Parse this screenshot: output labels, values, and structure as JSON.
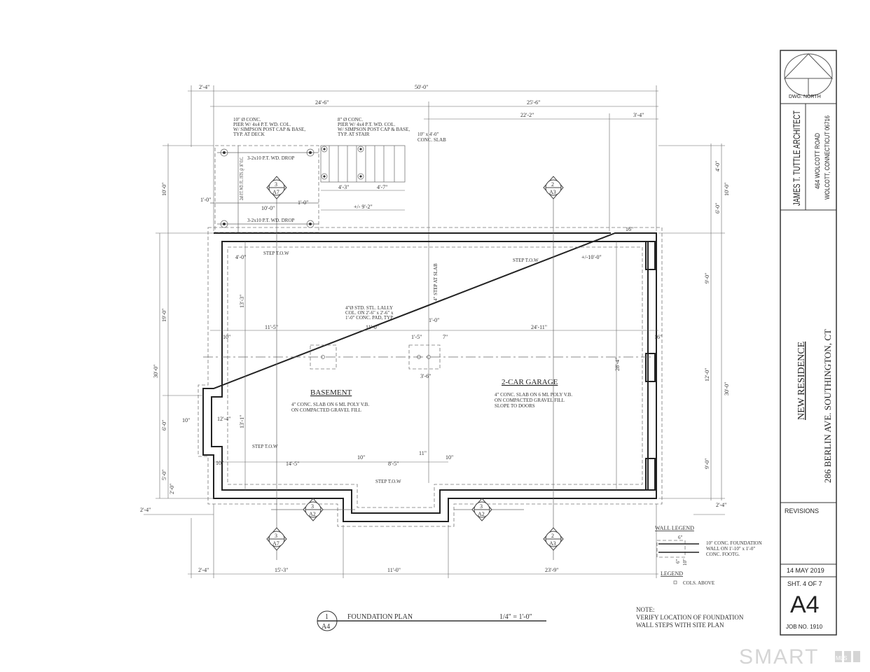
{
  "title_block": {
    "north_label": "DWG. NORTH",
    "architect": "JAMES T. TUTTLE  ARCHITECT",
    "architect_address_1": "464 WOLCOTT ROAD",
    "architect_address_2": "WOLCOTT, CONNECTICUT 06716",
    "project": "NEW RESIDENCE",
    "project_address": "286 BERLIN AVE.    SOUTHINGTON, CT",
    "revisions": "REVISIONS",
    "date": "14 MAY 2019",
    "sheet": "SHT. 4 OF 7",
    "sheet_number": "A4",
    "job": "JOB NO. 1910"
  },
  "drawing": {
    "number": "1",
    "sheet_ref": "A4",
    "title": "FOUNDATION  PLAN",
    "scale": "1/4\" = 1'-0\"",
    "note_title": "NOTE:",
    "note_1": "VERIFY LOCATION OF FOUNDATION",
    "note_2": "WALL STEPS WITH SITE PLAN"
  },
  "rooms": {
    "basement": "BASEMENT",
    "basement_note_1": "4\" CONC. SLAB ON 6 ML POLY V.B.",
    "basement_note_2": "ON COMPACTED GRAVEL FILL",
    "garage": "2-CAR GARAGE",
    "garage_note_1": "4\" CONC. SLAB ON 6 ML POLY V.B.",
    "garage_note_2": "ON COMPACTED GRAVEL FILL",
    "garage_note_3": "SLOPE TO DOORS"
  },
  "notes": {
    "deck_pier_1": "10\" Ø CONC.",
    "deck_pier_2": "PIER W/ 4x4 P.T. WD. COL.",
    "deck_pier_3": "W/ SIMPSON POST CAP & BASE,",
    "deck_pier_4": "TYP. AT DECK",
    "stair_pier_1": "8\" Ø CONC.",
    "stair_pier_2": "PIER W/ 4x4 P.T. WD. COL.",
    "stair_pier_3": "W/ SIMPSON POST CAP & BASE,",
    "stair_pier_4": "TYP. AT STAIR",
    "slab_1": "10\" x 4'-0\"",
    "slab_2": "CONC. SLAB",
    "drop_top": "3-2x10 P.T. WD. DROP",
    "drop_bottom": "3-2x10 P.T. WD. DROP",
    "joists": "2x8 P.T. WD. FL. JSTS. @ 16\" O.C.",
    "lally_1": "4\"Ø STD. STL. LALLY",
    "lally_2": "COL. ON 2'-6\" x 2'-6\" x",
    "lally_3": "1'-0\" CONC. PAD, TYP.",
    "step_tow": "STEP T.O.W",
    "stair_slab": "4\" STEP AT SLAB"
  },
  "dimensions": {
    "overall_top": "50'-0\"",
    "left_offset_top": "2'-4\"",
    "top_left": "24'-6\"",
    "top_right": "25'-6\"",
    "top_22": "22'-2\"",
    "top_3_4": "3'-4\"",
    "deck_10": "10'-0\"",
    "deck_1a": "1'-0\"",
    "deck_1b": "1'-0\"",
    "stair_4_3": "4'-3\"",
    "stair_4_7": "4'-7\"",
    "stair_total": "+/- 9'-2\"",
    "left_10": "10'-0\"",
    "left_19": "19'-0\"",
    "left_30": "30'-0\"",
    "left_6": "6'-0\"",
    "left_5": "5'-0\"",
    "left_2_4": "2'-4\"",
    "left_2_0": "2'-0\"",
    "int_4_0": "4'-0\"",
    "int_13_3": "13'-3\"",
    "int_13_1": "13'-1\"",
    "int_11_5": "11'-5\"",
    "int_11_0": "11'-0\"",
    "int_24_11": "24'-11\"",
    "int_1_0": "1'-0\"",
    "int_1_5": "1'-5\"",
    "int_7": "7\"",
    "int_3_6": "3'-6\"",
    "int_12_4": "12'-4\"",
    "int_14_5": "14'-5\"",
    "int_8_5": "8'-5\"",
    "int_10a": "10\"",
    "int_10b": "10\"",
    "int_11": "11\"",
    "int_10c": "10\"",
    "int_10d": "10\"",
    "int_10e": "10\"",
    "int_16a": "16\"",
    "int_16b": "16\"",
    "int_10_0": "+/-10'-0\"",
    "int_28_4": "28'-4\"",
    "right_10": "10'-0\"",
    "right_4": "4'-0\"",
    "right_6": "6'-0\"",
    "right_9a": "9'-0\"",
    "right_12": "12'-0\"",
    "right_9b": "9'-0\"",
    "right_30": "30'-0\"",
    "right_2_4": "2'-4\"",
    "bottom_2_4": "2'-4\"",
    "bottom_15_3": "15'-3\"",
    "bottom_11": "11'-0\"",
    "bottom_23_9": "23'-9\""
  },
  "section_markers": [
    {
      "num": "3",
      "sheet": "A7"
    },
    {
      "num": "2",
      "sheet": "A3"
    },
    {
      "num": "3",
      "sheet": "A7"
    },
    {
      "num": "2",
      "sheet": "A3"
    },
    {
      "num": "3",
      "sheet": "A2"
    },
    {
      "num": "3",
      "sheet": "A2"
    }
  ],
  "wall_legend": {
    "title": "WALL LEGEND",
    "line_1": "10\" CONC. FOUNDATION",
    "line_2": "WALL ON 1'-10\" x 1'-0\"",
    "line_3": "CONC. FOOTG.",
    "dim_a": "6\"",
    "dim_b": "6\"",
    "dim_c": "10\""
  },
  "legend": {
    "title": "LEGEND",
    "item": "COLS. ABOVE"
  },
  "watermark": {
    "brand": "SMART",
    "sub": "MLS"
  }
}
